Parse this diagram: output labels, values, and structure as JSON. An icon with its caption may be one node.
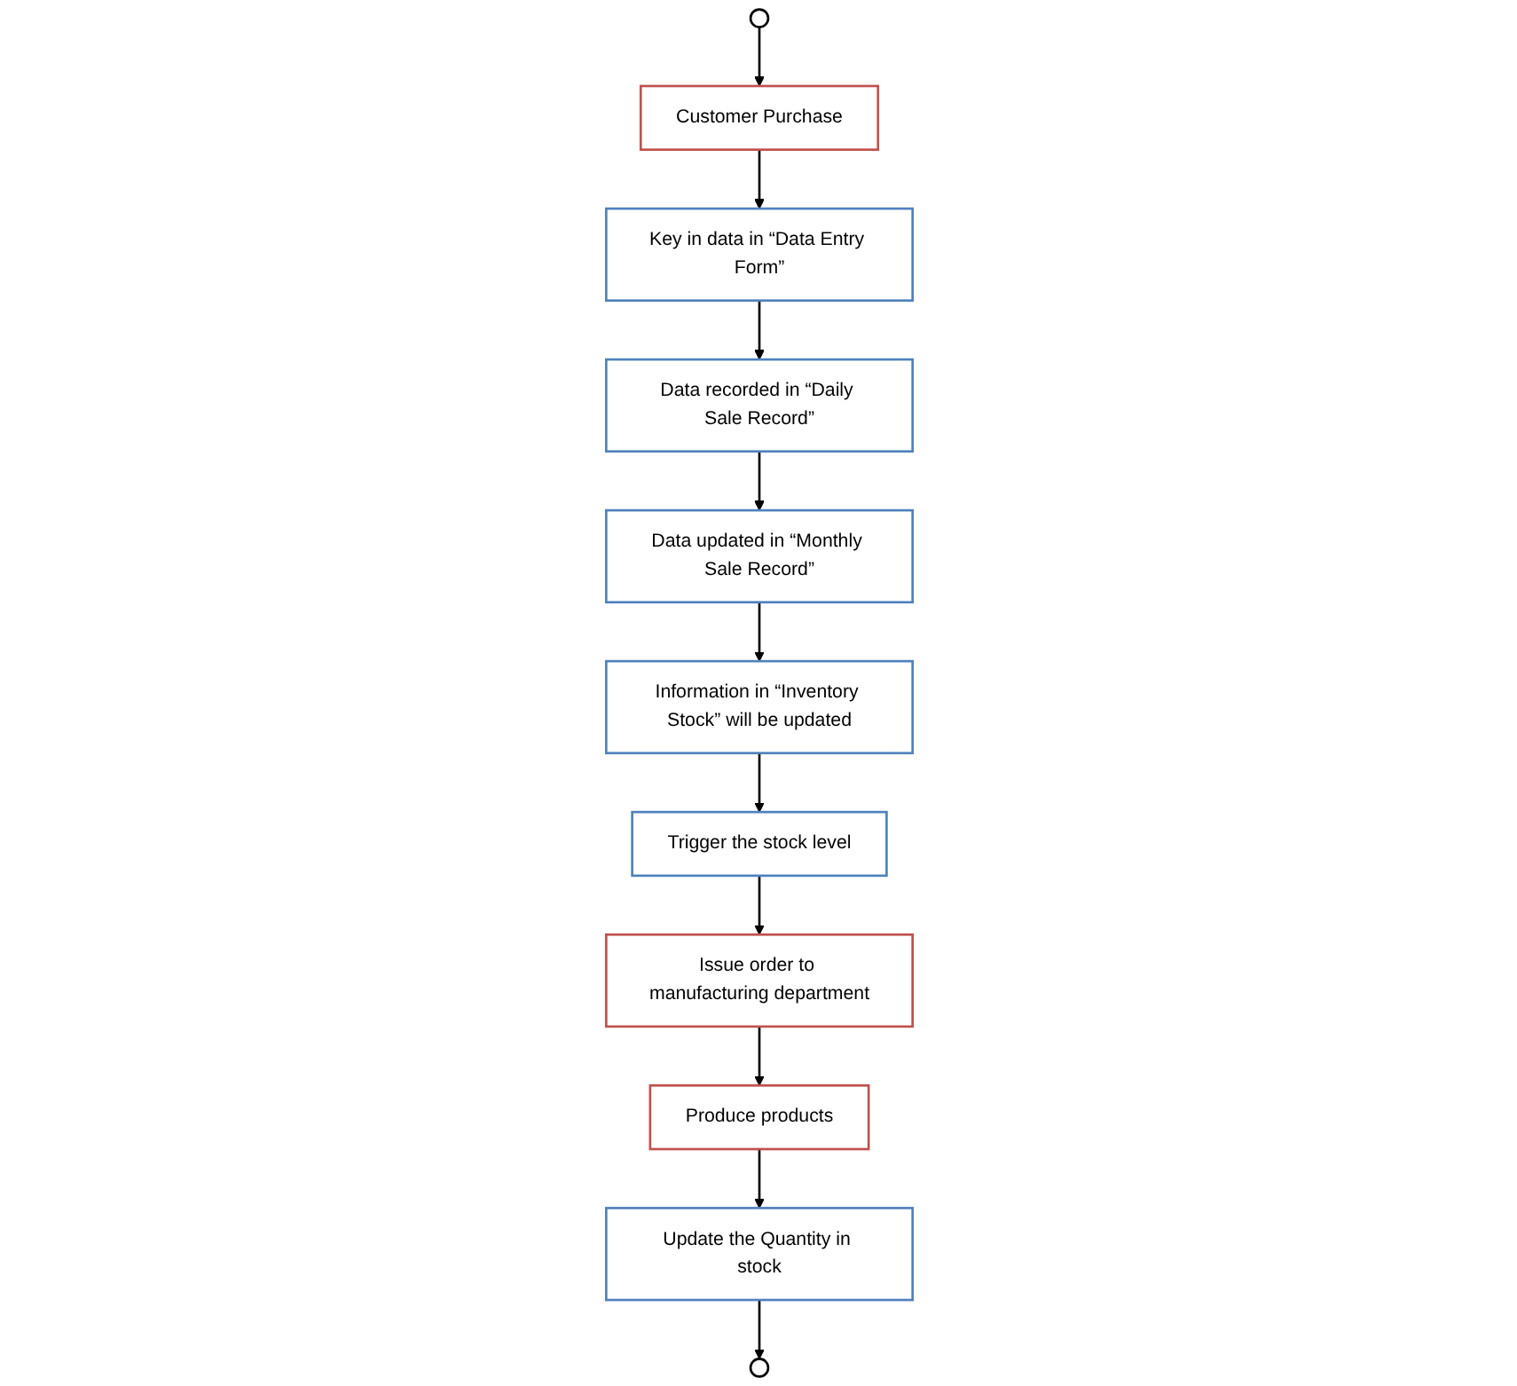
{
  "diagram": {
    "nodes": [
      {
        "text": [],
        "shape": "circle"
      },
      {
        "text": [
          "Customer Purchase"
        ]
      },
      {
        "text": [
          "Key in data in “Data Entry Form”"
        ]
      },
      {
        "text": [
          "Data recorded in “Daily Sale Record”"
        ]
      },
      {
        "text": [
          "Data updated in “Monthly Sale Record”"
        ]
      },
      {
        "text": [
          "Information in “Inventory Stock” will be updated"
        ]
      },
      {
        "text": [
          "Trigger the stock level"
        ]
      },
      {
        "text": [
          "Issue order to manufacturing department"
        ]
      },
      {
        "text": [
          "Produce products"
        ]
      },
      {
        "text": [
          "Update the Quantity in stock"
        ]
      },
      {
        "text": [],
        "shape": "circle"
      }
    ],
    "edges": [
      {
        "from": 0,
        "to": 1,
        "arrow": "to"
      },
      {
        "from": 1,
        "to": 2,
        "arrow": "to"
      },
      {
        "from": 2,
        "to": 3,
        "arrow": "to"
      },
      {
        "from": 3,
        "to": 4,
        "arrow": "to"
      },
      {
        "from": 4,
        "to": 5,
        "arrow": "to"
      },
      {
        "from": 5,
        "to": 6,
        "arrow": "to"
      },
      {
        "from": 6,
        "to": 7,
        "arrow": "to"
      },
      {
        "from": 7,
        "to": 8,
        "arrow": "to"
      },
      {
        "from": 8,
        "to": 9,
        "arrow": "to"
      },
      {
        "from": 9,
        "to": 10,
        "arrow": "to"
      }
    ]
  }
}
